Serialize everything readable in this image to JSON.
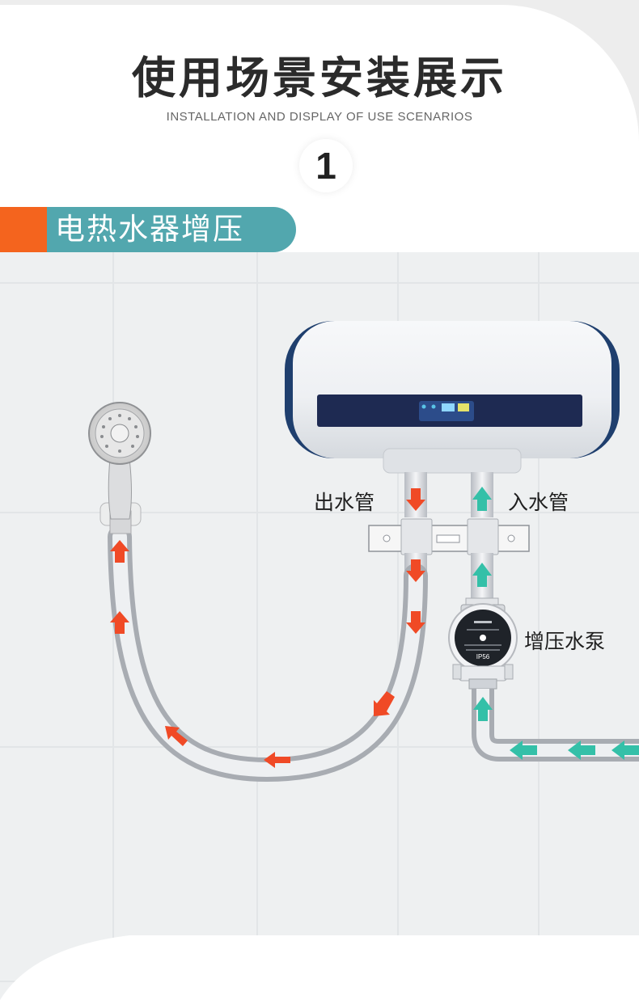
{
  "header": {
    "title": "使用场景安装展示",
    "subtitle": "INSTALLATION AND DISPLAY OF USE SCENARIOS",
    "step_number": "1"
  },
  "section": {
    "banner": "电热水器增压"
  },
  "diagram": {
    "labels": {
      "outlet_pipe": "出水管",
      "inlet_pipe": "入水管",
      "booster_pump": "增压水泵"
    },
    "pump_badge": "IP56",
    "colors": {
      "hot_arrow": "#f04a26",
      "cold_arrow": "#34c0a8",
      "banner": "#52a7ae",
      "accent": "#f4641e"
    },
    "icons": [
      "shower-head-icon",
      "water-heater-icon",
      "booster-pump-icon",
      "flow-arrow-icon"
    ]
  }
}
